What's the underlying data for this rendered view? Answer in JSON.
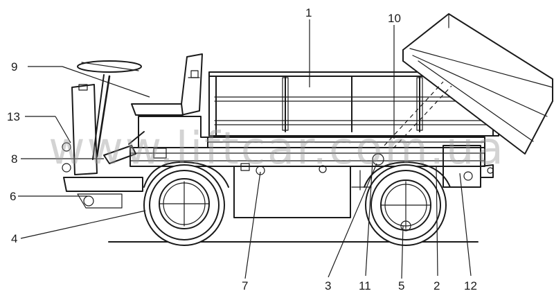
{
  "watermark": "www.liftcar.com.ua",
  "callouts": {
    "c1": "1",
    "c2": "2",
    "c3": "3",
    "c4": "4",
    "c5": "5",
    "c6": "6",
    "c7": "7",
    "c8": "8",
    "c9": "9",
    "c10": "10",
    "c11": "11",
    "c12": "12",
    "c13": "13"
  }
}
